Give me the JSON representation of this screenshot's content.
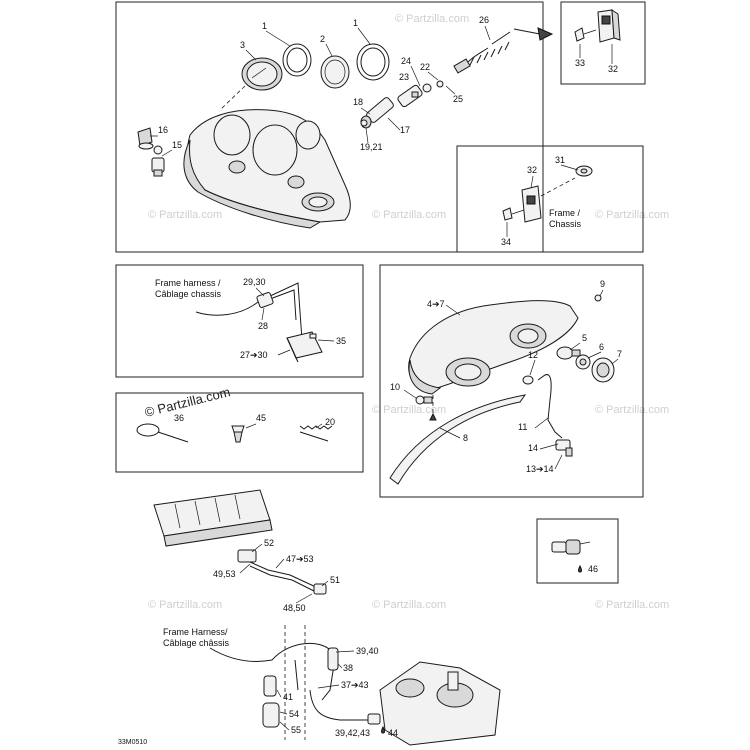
{
  "labels": {
    "c1": "1",
    "c2": "2",
    "c3": "3",
    "c1b": "1",
    "c26": "26",
    "c24": "24",
    "c22": "22",
    "c23": "23",
    "c25": "25",
    "c18": "18",
    "c17": "17",
    "c1921": "19,21",
    "c16": "16",
    "c15": "15",
    "c33": "33",
    "c32a": "32",
    "c31": "31",
    "c32b": "32",
    "c34": "34",
    "frame_chassis_1": "Frame /",
    "frame_chassis_2": "Chassis",
    "frame_harness_1": "Frame harness /",
    "frame_harness_2": "Câblage chassis",
    "c2930": "29,30",
    "c28": "28",
    "c35": "35",
    "c2730": "27➔30",
    "c47": "4➔7",
    "c9": "9",
    "c5": "5",
    "c12": "12",
    "c6": "6",
    "c7": "7",
    "c10": "10",
    "c8": "8",
    "c11": "11",
    "c14": "14",
    "c1314": "13➔14",
    "c36": "36",
    "c45": "45",
    "c20": "20",
    "c52": "52",
    "c4753": "47➔53",
    "c4953": "49,53",
    "c51": "51",
    "c4850": "48,50",
    "c46": "46",
    "frame_harness2_1": "Frame Harness/",
    "frame_harness2_2": "Câblage châssis",
    "c3940": "39,40",
    "c38": "38",
    "c3743": "37➔43",
    "c41": "41",
    "c54": "54",
    "c55": "55",
    "c394243": "39,42,43",
    "c44": "44",
    "ref": "33M0510"
  },
  "watermarks": {
    "main": "© Partzilla.com",
    "repeat": "© Partzilla.com"
  }
}
